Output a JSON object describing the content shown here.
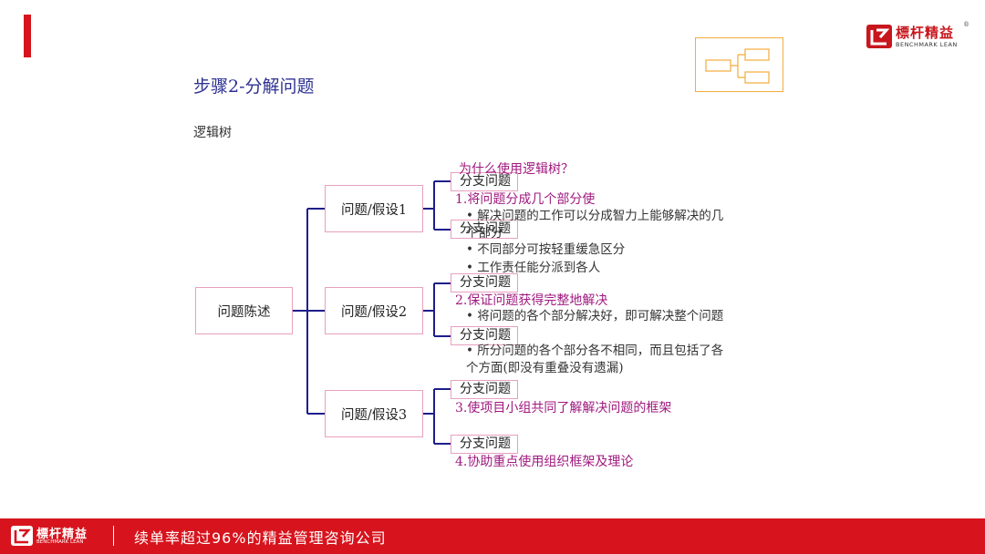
{
  "brand": {
    "name": "標杆精益",
    "sub": "BENCHMARK LEAN",
    "reg": "®",
    "accent": "#d7141d"
  },
  "title": "步骤2-分解问题",
  "subtitle": "逻辑树",
  "tree": {
    "root": "问题陈述",
    "hypotheses": [
      "问题/假设1",
      "问题/假设2",
      "问题/假设3"
    ],
    "branch_label": "分支问题"
  },
  "reasons": {
    "heading": "为什么使用逻辑树？",
    "items": [
      {
        "title": "1.将问题分成几个部分使",
        "bullets": [
          "解决问题的工作可以分成智力上能够解决的几个部分",
          "不同部分可按轻重缓急区分",
          "工作责任能分派到各人"
        ]
      },
      {
        "title": "2.保证问题获得完整地解决",
        "bullets": [
          "将问题的各个部分解决好，即可解决整个问题",
          "所分问题的各个部分各不相同，而且包括了各个方面(即没有重叠没有遗漏)"
        ]
      },
      {
        "title": "3.使项目小组共同了解解决问题的框架",
        "bullets": []
      },
      {
        "title": "4.协助重点使用组织框架及理论",
        "bullets": []
      }
    ]
  },
  "footer": {
    "text": "续单率超过96%的精益管理咨询公司"
  },
  "colors": {
    "connector": "#1e1e8c",
    "node_border": "#e8a0bf",
    "reason_text": "#a0197f",
    "title": "#2e3192",
    "icon_border": "#f3ac3b"
  }
}
